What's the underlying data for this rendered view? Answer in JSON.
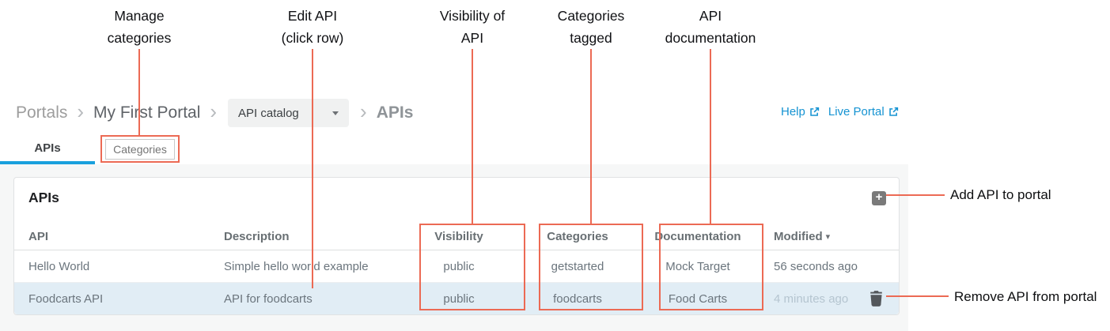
{
  "colors": {
    "annotation_red": "#ec6a54",
    "link_blue": "#1593d2",
    "tab_underline_blue": "#19a0dd",
    "row_highlight_blue": "#e1edf5",
    "add_button_gray": "#7a7a7a"
  },
  "annotations": {
    "top": [
      {
        "line1": "Manage",
        "line2": "categories"
      },
      {
        "line1": "Edit API",
        "line2": "(click row)"
      },
      {
        "line1": "Visibility of",
        "line2": "API"
      },
      {
        "line1": "Categories",
        "line2": "tagged"
      },
      {
        "line1": "API",
        "line2": "documentation"
      }
    ],
    "right": [
      {
        "label": "Add API to portal"
      },
      {
        "label": "Remove API from portal"
      }
    ]
  },
  "breadcrumb": {
    "root": "Portals",
    "portal": "My First Portal",
    "dropdown_value": "API catalog",
    "current": "APIs",
    "separator": "›"
  },
  "header_links": {
    "help": "Help",
    "live_portal": "Live Portal"
  },
  "tabs": {
    "apis": "APIs",
    "categories": "Categories"
  },
  "panel": {
    "title": "APIs",
    "add_button_label": "+",
    "table": {
      "columns": [
        "API",
        "Description",
        "Visibility",
        "Categories",
        "Documentation",
        "Modified"
      ],
      "sort_indicator": "▾",
      "rows": [
        {
          "api": "Hello World",
          "description": "Simple hello world example",
          "visibility": "public",
          "categories": "getstarted",
          "documentation": "Mock Target",
          "modified": "56 seconds ago"
        },
        {
          "api": "Foodcarts API",
          "description": "API for foodcarts",
          "visibility": "public",
          "categories": "foodcarts",
          "documentation": "Food Carts",
          "modified": "4 minutes ago"
        }
      ]
    }
  }
}
